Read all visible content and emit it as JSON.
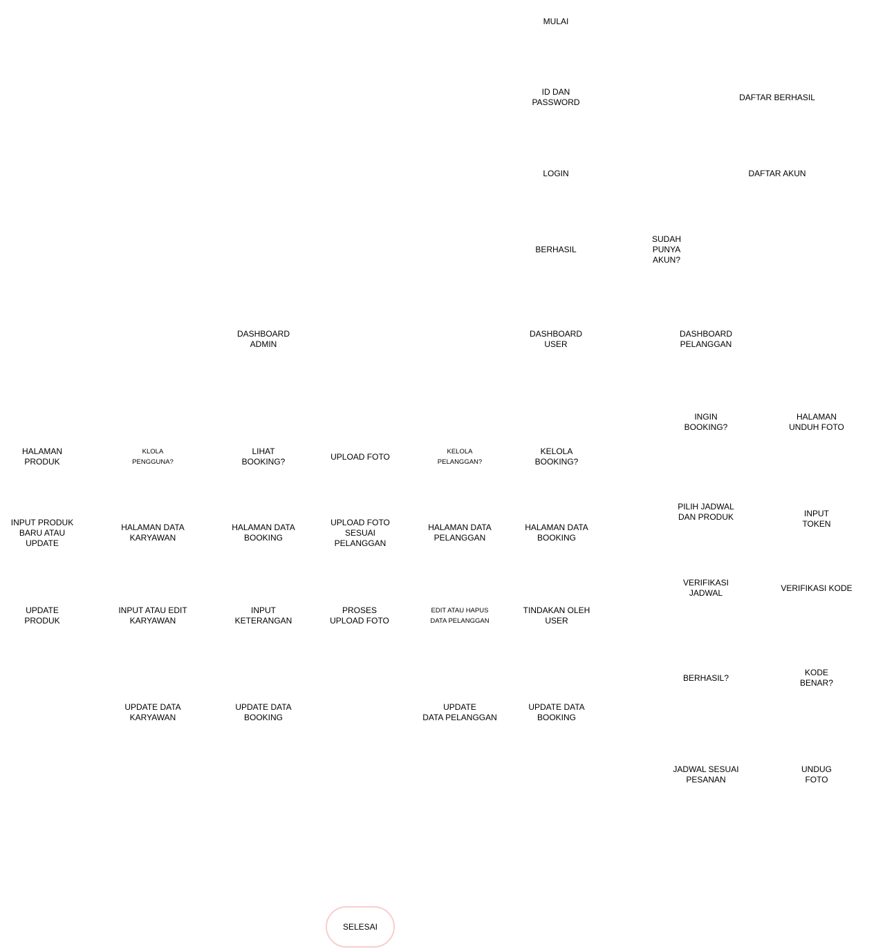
{
  "colors": {
    "text": "#000000",
    "terminal_border": "#f8cecc",
    "background": "#ffffff"
  },
  "nodes": [
    {
      "id": "mulai",
      "label": "MULAI"
    },
    {
      "id": "id-password",
      "label": "ID DAN\nPASSWORD"
    },
    {
      "id": "daftar-berhasil",
      "label": "DAFTAR BERHASIL"
    },
    {
      "id": "login",
      "label": "LOGIN"
    },
    {
      "id": "daftar-akun",
      "label": "DAFTAR AKUN"
    },
    {
      "id": "berhasil",
      "label": "BERHASIL"
    },
    {
      "id": "sudah-punya-akun",
      "label": "SUDAH\nPUNYA\nAKUN?"
    },
    {
      "id": "dashboard-admin",
      "label": "DASHBOARD\nADMIN"
    },
    {
      "id": "dashboard-user",
      "label": "DASHBOARD\nUSER"
    },
    {
      "id": "dashboard-pelanggan",
      "label": "DASHBOARD\nPELANGGAN"
    },
    {
      "id": "ingin-booking",
      "label": "INGIN\nBOOKING?"
    },
    {
      "id": "halaman-unduh-foto",
      "label": "HALAMAN\nUNDUH FOTO"
    },
    {
      "id": "halaman-produk",
      "label": "HALAMAN\nPRODUK"
    },
    {
      "id": "klola-pengguna",
      "label": "KLOLA\nPENGGUNA?"
    },
    {
      "id": "lihat-booking",
      "label": "LIHAT\nBOOKING?"
    },
    {
      "id": "upload-foto",
      "label": "UPLOAD FOTO"
    },
    {
      "id": "kelola-pelanggan",
      "label": "KELOLA\nPELANGGAN?"
    },
    {
      "id": "kelola-booking",
      "label": "KELOLA\nBOOKING?"
    },
    {
      "id": "pilih-jadwal-produk",
      "label": "PILIH JADWAL\nDAN PRODUK"
    },
    {
      "id": "input-token",
      "label": "INPUT\nTOKEN"
    },
    {
      "id": "input-produk-baru",
      "label": "INPUT PRODUK\nBARU ATAU\nUPDATE"
    },
    {
      "id": "halaman-data-karyawan",
      "label": "HALAMAN DATA\nKARYAWAN"
    },
    {
      "id": "halaman-data-booking-admin",
      "label": "HALAMAN DATA\nBOOKING"
    },
    {
      "id": "upload-foto-sesuai",
      "label": "UPLOAD FOTO\nSESUAI\nPELANGGAN"
    },
    {
      "id": "halaman-data-pelanggan",
      "label": "HALAMAN DATA\nPELANGGAN"
    },
    {
      "id": "halaman-data-booking-user",
      "label": "HALAMAN DATA\nBOOKING"
    },
    {
      "id": "verifikasi-jadwal",
      "label": "VERIFIKASI\nJADWAL"
    },
    {
      "id": "verifikasi-kode",
      "label": "VERIFIKASI KODE"
    },
    {
      "id": "update-produk",
      "label": "UPDATE\nPRODUK"
    },
    {
      "id": "input-edit-karyawan",
      "label": "INPUT ATAU EDIT\nKARYAWAN"
    },
    {
      "id": "input-keterangan",
      "label": "INPUT\nKETERANGAN"
    },
    {
      "id": "proses-upload-foto",
      "label": "PROSES\nUPLOAD FOTO"
    },
    {
      "id": "edit-hapus-pelanggan",
      "label": "EDIT ATAU HAPUS\nDATA PELANGGAN"
    },
    {
      "id": "tindakan-oleh-user",
      "label": "TINDAKAN OLEH\nUSER"
    },
    {
      "id": "berhasil-q",
      "label": "BERHASIL?"
    },
    {
      "id": "kode-benar",
      "label": "KODE\nBENAR?"
    },
    {
      "id": "update-data-karyawan",
      "label": "UPDATE DATA\nKARYAWAN"
    },
    {
      "id": "update-data-booking-admin",
      "label": "UPDATE DATA\nBOOKING"
    },
    {
      "id": "update-data-pelanggan",
      "label": "UPDATE\nDATA PELANGGAN"
    },
    {
      "id": "update-data-booking-user",
      "label": "UPDATE DATA\nBOOKING"
    },
    {
      "id": "jadwal-sesuai-pesanan",
      "label": "JADWAL SESUAI\nPESANAN"
    },
    {
      "id": "unduh-foto",
      "label": "UNDUG\nFOTO"
    },
    {
      "id": "selesai",
      "label": "SELESAI"
    }
  ]
}
